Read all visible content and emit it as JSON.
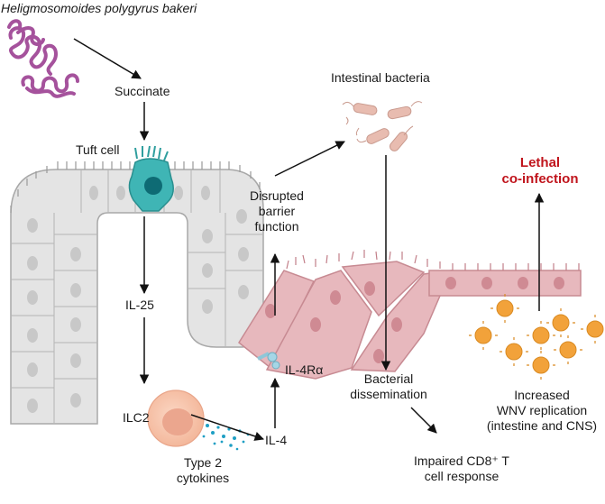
{
  "labels": {
    "parasite": "Heligmosomoides polygyrus bakeri",
    "succinate": "Succinate",
    "tuft_cell": "Tuft cell",
    "il25": "IL-25",
    "ilc2": "ILC2",
    "type2_line1": "Type 2",
    "type2_line2": "cytokines",
    "il4": "IL-4",
    "il4ra": "IL-4Rα",
    "barrier_line1": "Disrupted",
    "barrier_line2": "barrier",
    "barrier_line3": "function",
    "bacteria": "Intestinal bacteria",
    "dissem_line1": "Bacterial",
    "dissem_line2": "dissemination",
    "cd8_line1": "Impaired CD8⁺ T",
    "cd8_line2": "cell response",
    "wnv_line1": "Increased",
    "wnv_line2": "WNV replication",
    "wnv_line3": "(intestine and CNS)",
    "lethal_line1": "Lethal",
    "lethal_line2": "co-infection"
  },
  "colors": {
    "healthy_epithelium": "#e4e4e4",
    "damaged_epithelium": "#e7b8bd",
    "tuft_cell": "#3fb5b5",
    "ilc2": "#f6c3aa",
    "parasite": "#a5529c",
    "virus": "#f2a23a",
    "bacteria": "#e8bcb0",
    "lethal_text": "#c0141c"
  }
}
